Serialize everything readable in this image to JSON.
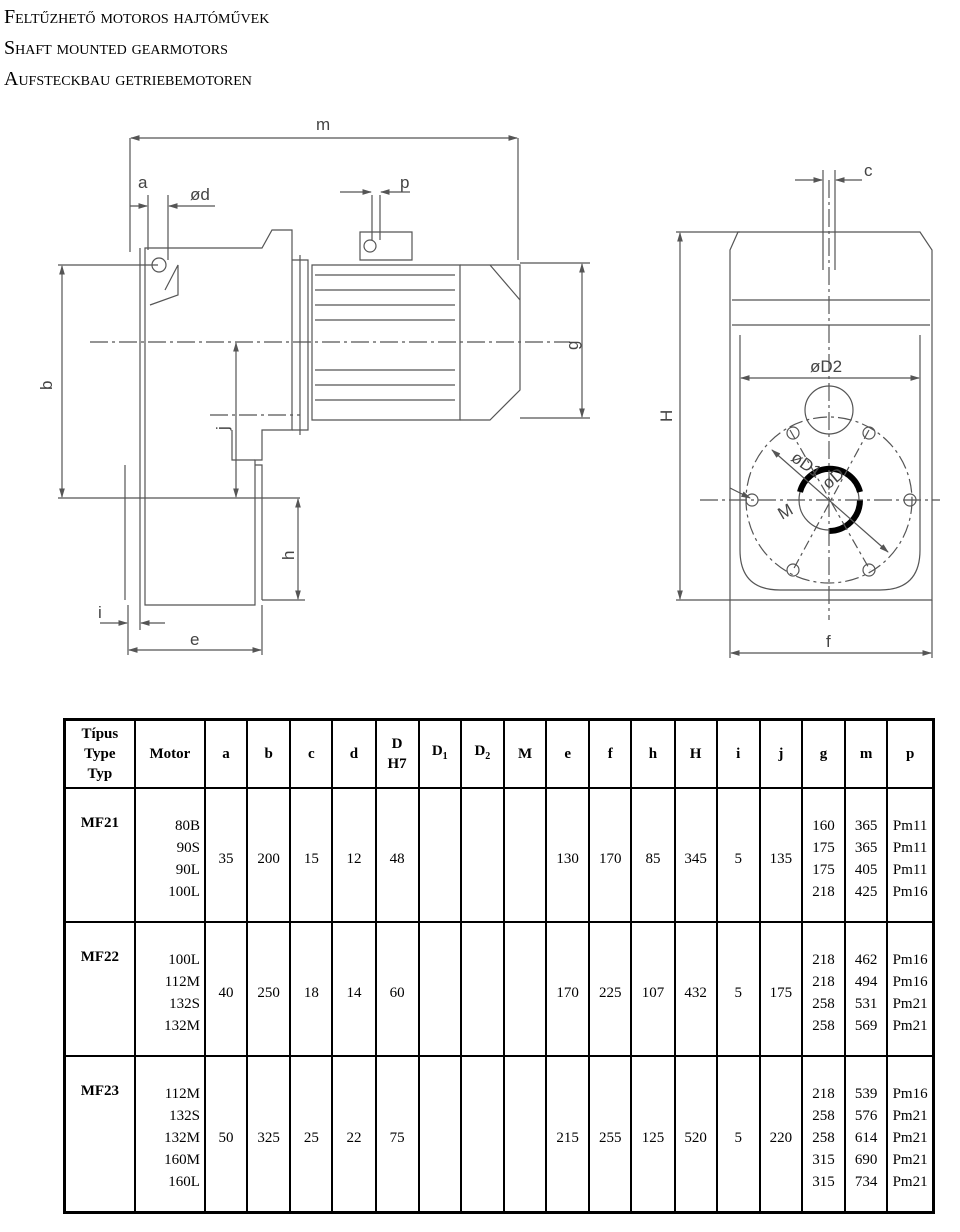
{
  "titles": [
    "Feltűzhető motoros hajtóművek",
    "Shaft mounted gearmotors",
    "Aufsteckbau getriebemotoren"
  ],
  "drawing_labels": {
    "m": "m",
    "a": "a",
    "d": "ød",
    "p": "p",
    "c": "c",
    "b": "b",
    "g": "g",
    "j": "j",
    "h": "h",
    "i": "i",
    "e": "e",
    "H": "H",
    "D2": "øD2",
    "D1": "øD1",
    "D": "øD",
    "M": "M",
    "f": "f"
  },
  "table": {
    "headers": {
      "typ": [
        "Típus",
        "Type",
        "Typ"
      ],
      "motor": "Motor",
      "a": "a",
      "b": "b",
      "c": "c",
      "d": "d",
      "D": [
        "D",
        "H7"
      ],
      "D1": "D",
      "D1_sub": "1",
      "D2": "D",
      "D2_sub": "2",
      "M": "M",
      "e": "e",
      "f": "f",
      "h": "h",
      "H": "H",
      "i": "i",
      "j": "j",
      "g": "g",
      "m": "m",
      "p": "p"
    },
    "groups": [
      {
        "typ": "MF21",
        "motors": [
          "80B",
          "90S",
          "90L",
          "100L"
        ],
        "a": "35",
        "b": "200",
        "c": "15",
        "d": "12",
        "D": "48",
        "D1": "",
        "D2": "",
        "M": "",
        "e": "130",
        "f": "170",
        "h": "85",
        "H": "345",
        "i": "5",
        "j": "135",
        "g": [
          "160",
          "175",
          "175",
          "218"
        ],
        "m": [
          "365",
          "365",
          "405",
          "425"
        ],
        "p": [
          "Pm11",
          "Pm11",
          "Pm11",
          "Pm16"
        ]
      },
      {
        "typ": "MF22",
        "motors": [
          "100L",
          "112M",
          "132S",
          "132M"
        ],
        "a": "40",
        "b": "250",
        "c": "18",
        "d": "14",
        "D": "60",
        "D1": "",
        "D2": "",
        "M": "",
        "e": "170",
        "f": "225",
        "h": "107",
        "H": "432",
        "i": "5",
        "j": "175",
        "g": [
          "218",
          "218",
          "258",
          "258"
        ],
        "m": [
          "462",
          "494",
          "531",
          "569"
        ],
        "p": [
          "Pm16",
          "Pm16",
          "Pm21",
          "Pm21"
        ]
      },
      {
        "typ": "MF23",
        "motors": [
          "112M",
          "132S",
          "132M",
          "160M",
          "160L"
        ],
        "a": "50",
        "b": "325",
        "c": "25",
        "d": "22",
        "D": "75",
        "D1": "",
        "D2": "",
        "M": "",
        "e": "215",
        "f": "255",
        "h": "125",
        "H": "520",
        "i": "5",
        "j": "220",
        "g": [
          "218",
          "258",
          "258",
          "315",
          "315"
        ],
        "m": [
          "539",
          "576",
          "614",
          "690",
          "734"
        ],
        "p": [
          "Pm16",
          "Pm21",
          "Pm21",
          "Pm21",
          "Pm21"
        ]
      }
    ]
  }
}
